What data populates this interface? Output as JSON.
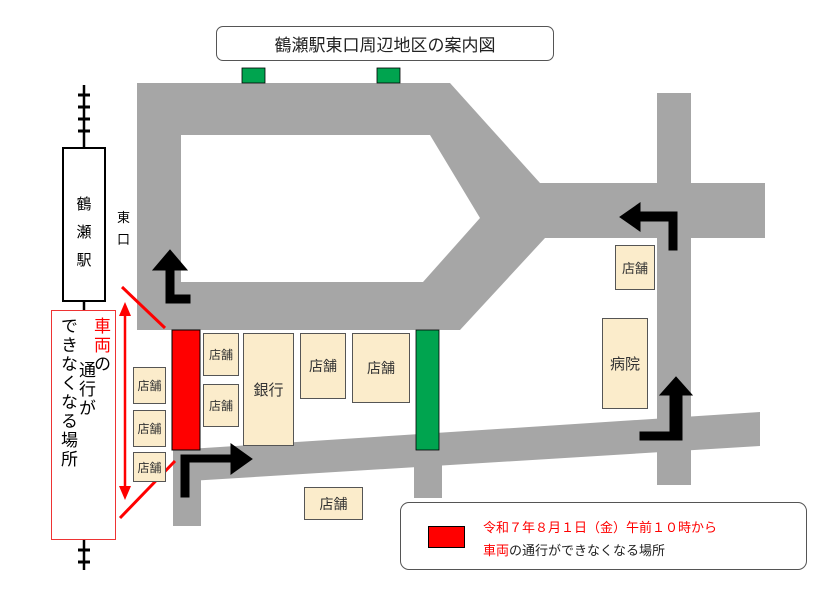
{
  "title": "鶴瀬駅東口周辺地区の案内図",
  "station": {
    "name_chars": [
      "鶴",
      "瀬",
      "駅"
    ],
    "exit_chars": [
      "東",
      "口"
    ]
  },
  "shops": {
    "shop_label": "店舗",
    "bank_label": "銀行",
    "hospital_label": "病院"
  },
  "closed_label": {
    "col1_red": "車両",
    "col1_rest": "の",
    "col2": "通行が",
    "col3": "できなくなる場所"
  },
  "legend": {
    "line1": "令和７年８月１日（金）午前１０時から",
    "line2_red": "車両",
    "line2_rest": "の通行ができなくなる場所",
    "swatch_color": "#ff0000"
  },
  "colors": {
    "road": "#a6a6a6",
    "closed_section": "#ff0000",
    "green_marker": "#00a44f",
    "shop_fill": "#fbeccb",
    "arrow": "#000000",
    "red_accent": "#ff0000"
  }
}
